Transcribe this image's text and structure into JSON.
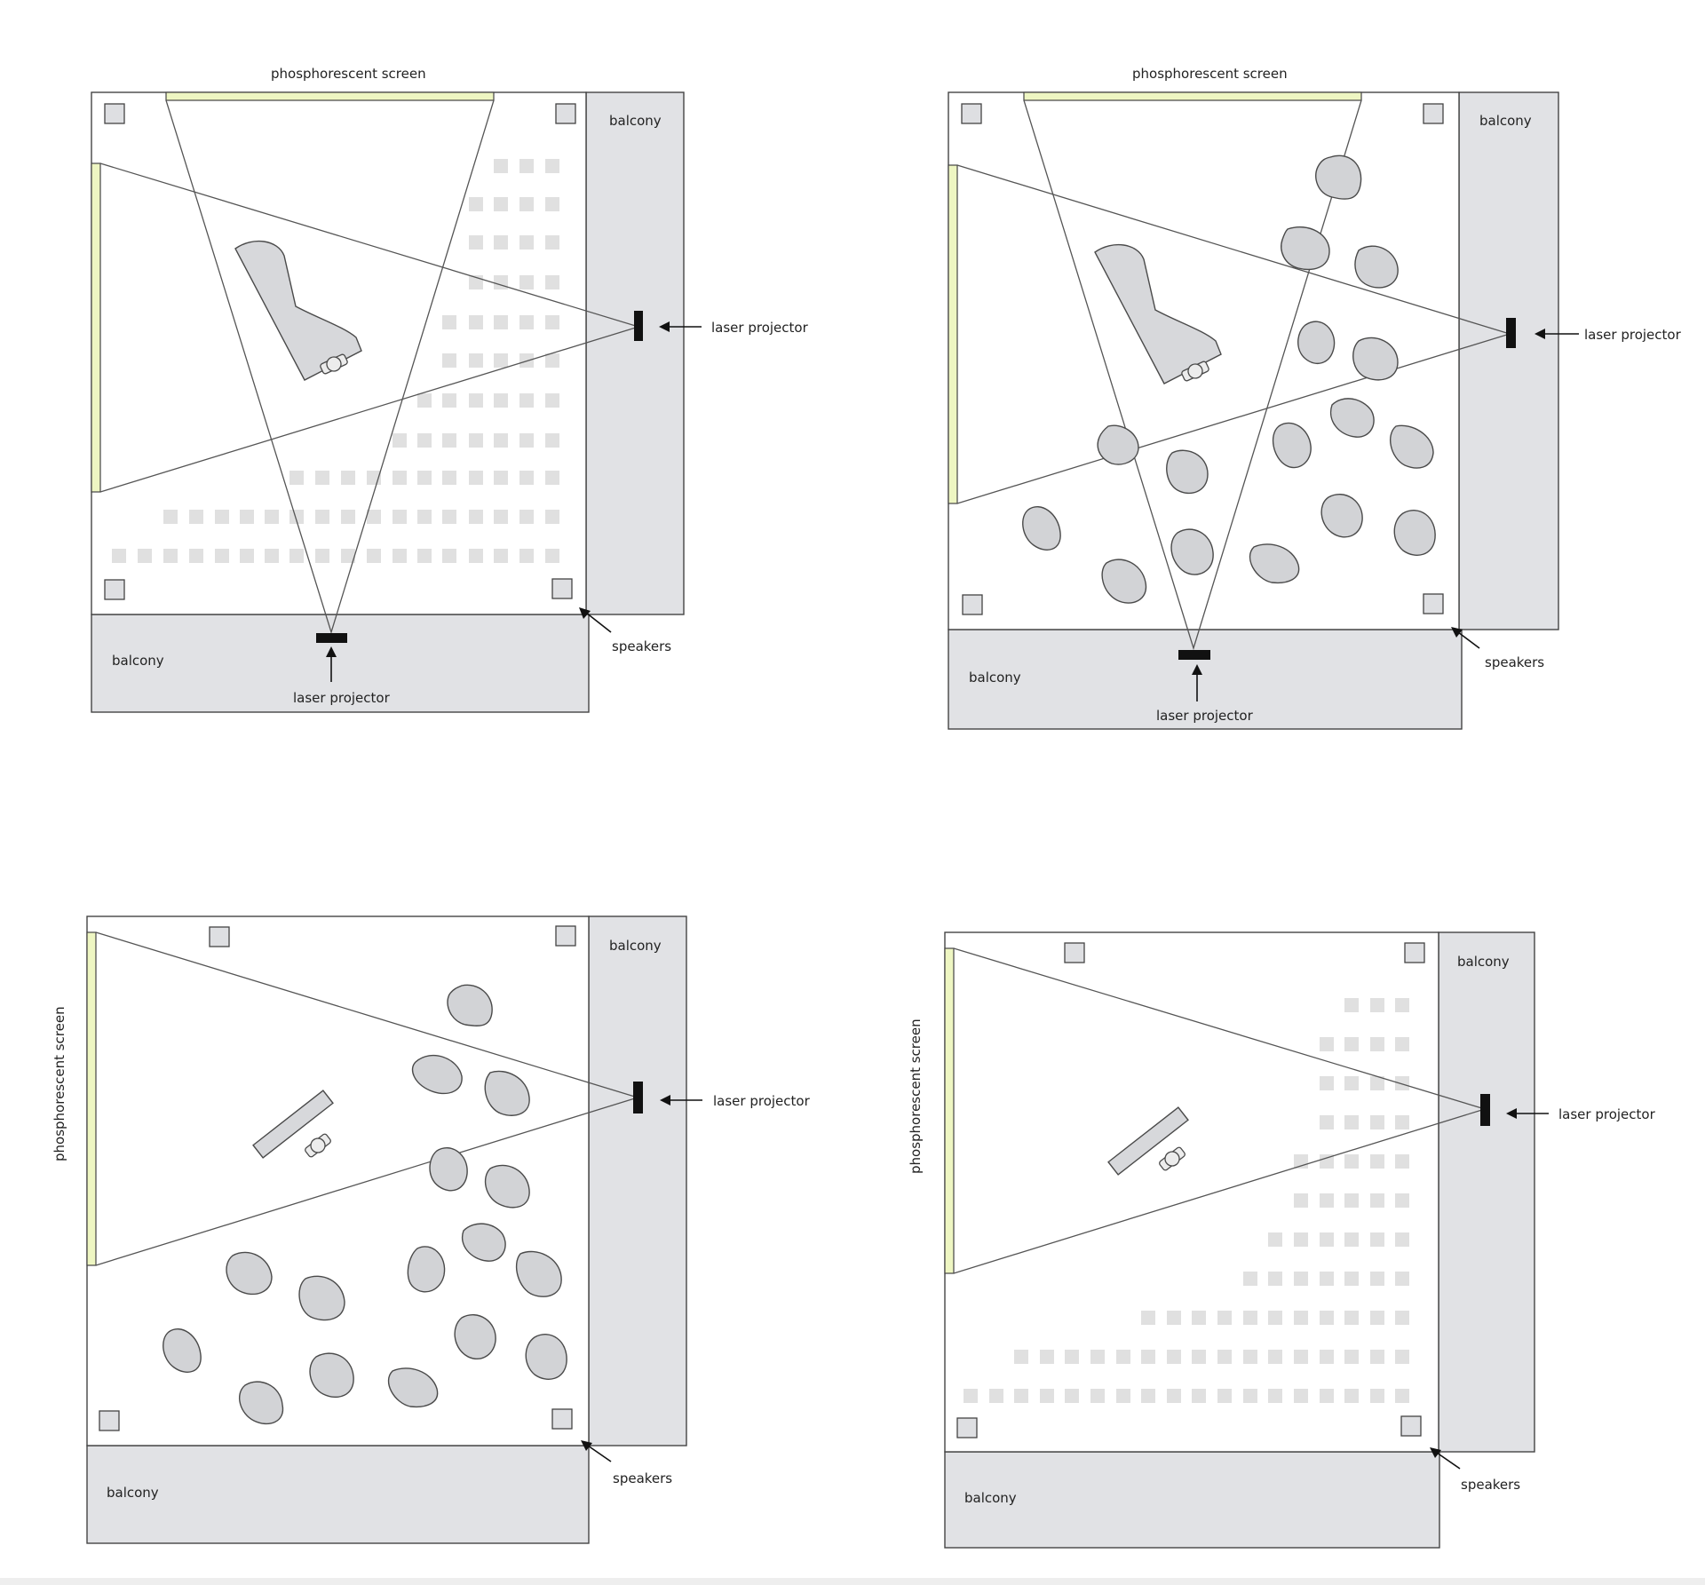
{
  "labels": {
    "screen": "phosphorescent screen",
    "balcony": "balcony",
    "projector": "laser projector",
    "speakers": "speakers"
  },
  "colors": {
    "screen_fill": "#eef6c2",
    "balcony_fill": "#e1e2e5",
    "seat_fill": "#e0e0e0",
    "blob_fill": "#d2d3d6"
  },
  "panels": [
    {
      "id": "top-left",
      "instrument": "grand-piano",
      "audience": "seated-rows",
      "screens": [
        "top",
        "left"
      ],
      "projectors": 2
    },
    {
      "id": "top-right",
      "instrument": "grand-piano",
      "audience": "standing-groups",
      "screens": [
        "top",
        "left"
      ],
      "projectors": 2
    },
    {
      "id": "bottom-left",
      "instrument": "keyboard",
      "audience": "standing-groups",
      "screens": [
        "left"
      ],
      "projectors": 1
    },
    {
      "id": "bottom-right",
      "instrument": "keyboard",
      "audience": "seated-rows",
      "screens": [
        "left"
      ],
      "projectors": 1
    }
  ]
}
